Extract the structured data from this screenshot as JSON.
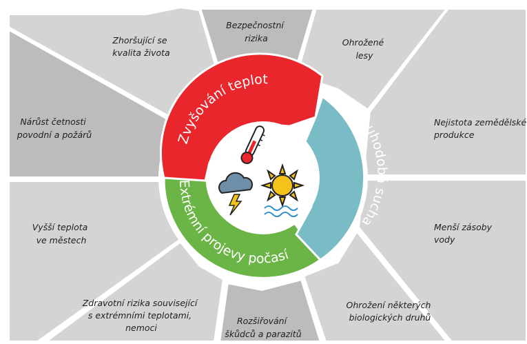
{
  "diagram": {
    "impacts": {
      "top_left": [
        "Zhoršující se",
        "kvalita života"
      ],
      "top": [
        "Bezpečnostní",
        "rizika"
      ],
      "top_right": [
        "Ohrožené",
        "lesy"
      ],
      "right_upper": [
        "Nejistota zemědělské",
        "produkce"
      ],
      "right_lower": [
        "Menší zásoby",
        "vody"
      ],
      "bottom_right": [
        "Ohrožení některých",
        "biologických druhů"
      ],
      "bottom": [
        "Rozšiřování",
        "škůdců a parazitů"
      ],
      "bottom_left": [
        "Zdravotní rizika související",
        "s extrémními teplotami,",
        "nemoci"
      ],
      "left_lower": [
        "Vyšší teplota",
        "ve městech"
      ],
      "left_upper": [
        "Nárůst četnosti",
        "povodní a požárů"
      ]
    },
    "ring": {
      "warming": "Zvyšování teplot",
      "drought": "Dlouhodobá sucha",
      "extreme_weather": "Extrémní projevy počasí"
    },
    "colors": {
      "panel": "#d4d4d4",
      "panel_dark": "#bcbcbc",
      "warming": "#e8262c",
      "drought": "#79bcc6",
      "extreme_weather": "#6bb446",
      "outline": "#ffffff"
    },
    "icons": [
      "thermometer-icon",
      "storm-cloud-icon",
      "sun-icon",
      "water-waves-icon"
    ]
  }
}
